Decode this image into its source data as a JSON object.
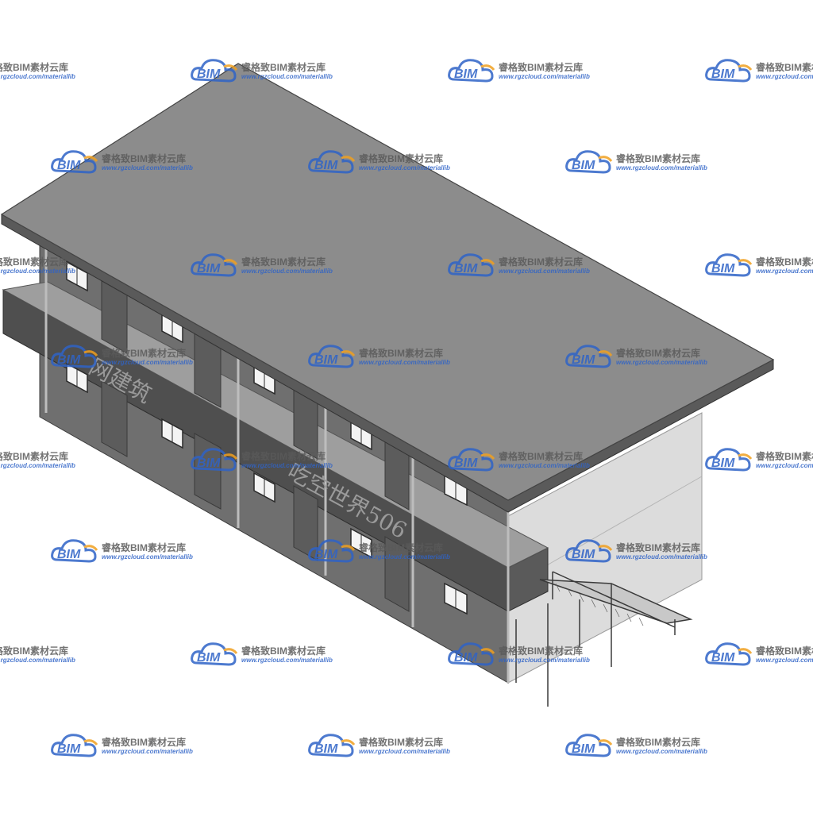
{
  "viewer": {
    "background": "#ffffff"
  },
  "model": {
    "roof_color": "#8c8c8c",
    "wall_dark": "#6e6e6e",
    "wall_side": "#d8d8d8",
    "panel_color": "#5e5e5e",
    "band_color": "#4a4a4a",
    "signage": {
      "upper": "网建筑",
      "lower": "吃空世界506"
    }
  },
  "watermark": {
    "brand": "BIM",
    "name": "睿格致BIM素材云库",
    "url": "www.rgzcloud.com/materiallib",
    "accent": "#f0a020",
    "blue": "#2f63c7"
  }
}
